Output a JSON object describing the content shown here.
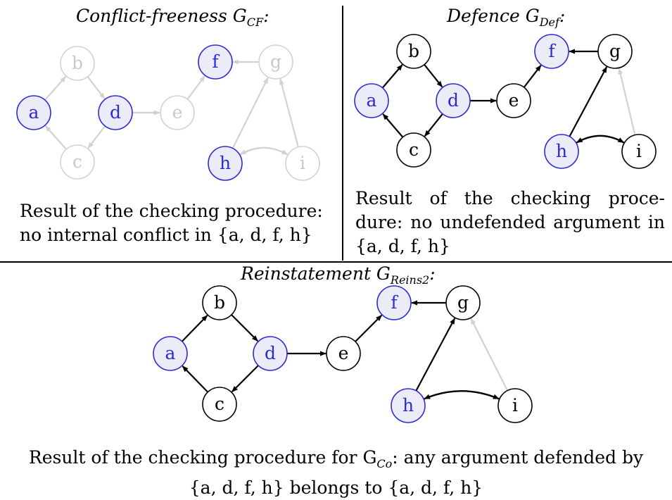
{
  "panels": {
    "cf": {
      "title": "Conflict-freeness G",
      "title_sub": "CF",
      "title_tail": ":",
      "caption_lines": [
        "Result of the checking procedure:",
        "no internal conflict in {a, d, f, h}"
      ]
    },
    "def": {
      "title": "Defence G",
      "title_sub": "Def",
      "title_tail": ":",
      "caption_lines": [
        "Result of the checking proce-",
        "dure: no undefended argument in",
        "{a, d, f, h}"
      ]
    },
    "reins": {
      "title": "Reinstatement G",
      "title_sub": "Reins2",
      "title_tail": ":",
      "caption_line1_prefix": "Result of the checking procedure for G",
      "caption_line1_sub": "Co",
      "caption_line1_suffix": ": any argument defended by",
      "caption_line2": "{a, d, f, h} belongs to {a, d, f, h}"
    }
  },
  "graph": {
    "nodes": [
      "a",
      "b",
      "c",
      "d",
      "e",
      "f",
      "g",
      "h",
      "i"
    ],
    "selected": [
      "a",
      "d",
      "f",
      "h"
    ],
    "edges": [
      [
        "a",
        "b"
      ],
      [
        "b",
        "d"
      ],
      [
        "d",
        "c"
      ],
      [
        "c",
        "a"
      ],
      [
        "d",
        "e"
      ],
      [
        "e",
        "f"
      ],
      [
        "g",
        "f"
      ],
      [
        "h",
        "g"
      ],
      [
        "i",
        "g"
      ],
      [
        "h",
        "i"
      ],
      [
        "i",
        "h"
      ]
    ]
  },
  "colors": {
    "selected_stroke": "#2b2bd4",
    "selected_fill": "#ececf8",
    "selected_text": "#2b2bd4",
    "faded": "#d2d2d2",
    "faded_text": "#c8c8c8",
    "normal": "#000000"
  }
}
